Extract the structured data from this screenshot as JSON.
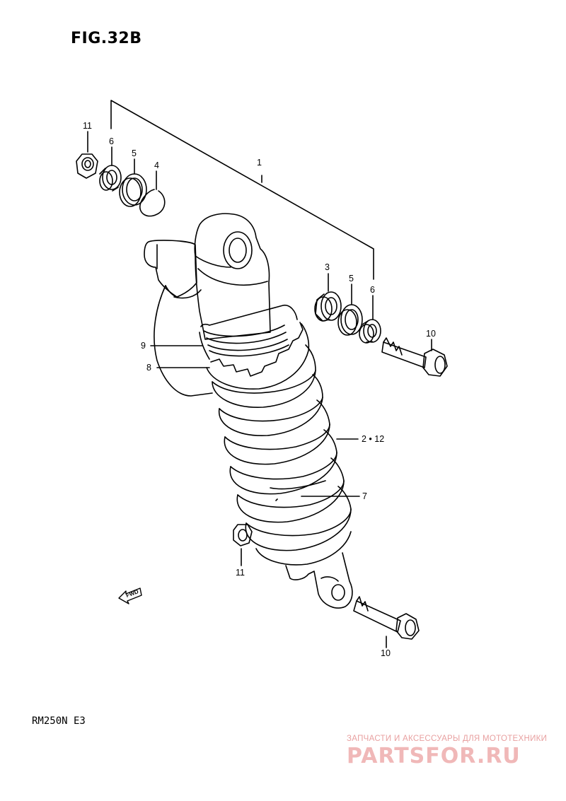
{
  "figure": {
    "title": "FIG.32B",
    "model": "RM250N  E3"
  },
  "callouts": {
    "c1": "1",
    "c2": "2 • 12",
    "c3": "3",
    "c4": "4",
    "c5a": "5",
    "c5b": "5",
    "c6a": "6",
    "c6b": "6",
    "c7": "7",
    "c8": "8",
    "c9": "9",
    "c10a": "10",
    "c10b": "10",
    "c11a": "11",
    "c11b": "11"
  },
  "fwd_label": "FWD",
  "watermark": {
    "tagline": "ЗАПЧАСТИ И АКСЕССУАРЫ ДЛЯ МОТОТЕХНИКИ",
    "logo": "PARTSFOR.RU",
    "color": "#f0b8b8"
  },
  "icons": [
    "hex-nut-icon",
    "bushing-icon",
    "spacer-ring-icon",
    "circlip-icon",
    "bearing-icon",
    "bolt-icon",
    "fwd-arrow-icon",
    "shock-absorber-icon"
  ]
}
